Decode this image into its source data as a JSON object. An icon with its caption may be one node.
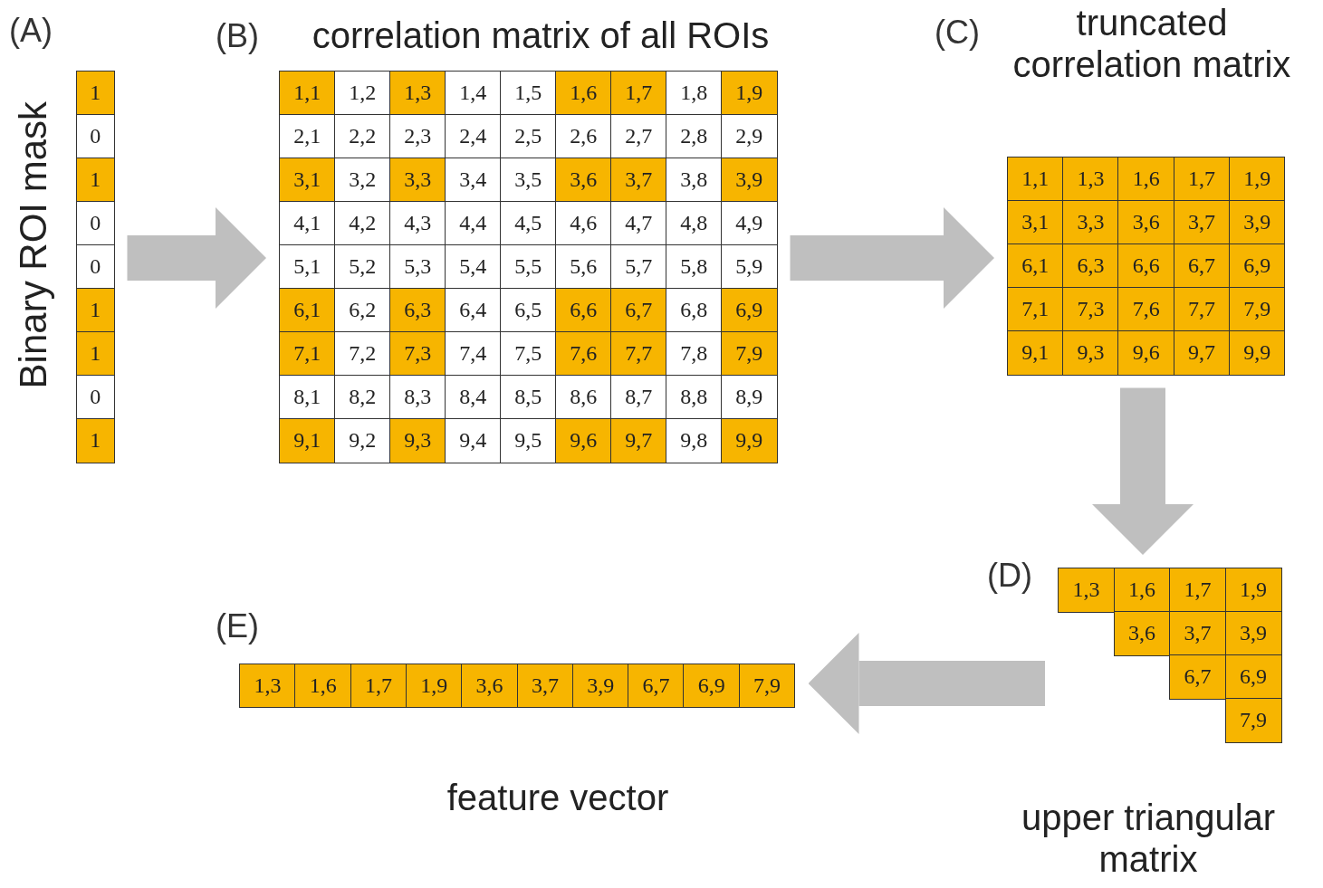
{
  "diagram": {
    "nodes": [
      {
        "text": [
          "(A)",
          "Binary ROI mask",
          "1",
          "0",
          "1",
          "0",
          "0",
          "1",
          "1",
          "0",
          "1"
        ]
      },
      {
        "text": [
          "(B)",
          "correlation matrix of all ROIs",
          "1,1",
          "1,2",
          "1,3",
          "1,4",
          "1,5",
          "1,6",
          "1,7",
          "1,8",
          "1,9",
          "2,1",
          "2,2",
          "2,3",
          "2,4",
          "2,5",
          "2,6",
          "2,7",
          "2,8",
          "2,9",
          "3,1",
          "3,2",
          "3,3",
          "3,4",
          "3,5",
          "3,6",
          "3,7",
          "3,8",
          "3,9",
          "4,1",
          "4,2",
          "4,3",
          "4,4",
          "4,5",
          "4,6",
          "4,7",
          "4,8",
          "4,9",
          "5,1",
          "5,2",
          "5,3",
          "5,4",
          "5,5",
          "5,6",
          "5,7",
          "5,8",
          "5,9",
          "6,1",
          "6,2",
          "6,3",
          "6,4",
          "6,5",
          "6,6",
          "6,7",
          "6,8",
          "6,9",
          "7,1",
          "7,2",
          "7,3",
          "7,4",
          "7,5",
          "7,6",
          "7,7",
          "7,8",
          "7,9",
          "8,1",
          "8,2",
          "8,3",
          "8,4",
          "8,5",
          "8,6",
          "8,7",
          "8,8",
          "8,9",
          "9,1",
          "9,2",
          "9,3",
          "9,4",
          "9,5",
          "9,6",
          "9,7",
          "9,8",
          "9,9"
        ]
      },
      {
        "text": [
          "(C)",
          "truncated correlation matrix",
          "1,1",
          "1,3",
          "1,6",
          "1,7",
          "1,9",
          "3,1",
          "3,3",
          "3,6",
          "3,7",
          "3,9",
          "6,1",
          "6,3",
          "6,6",
          "6,7",
          "6,9",
          "7,1",
          "7,3",
          "7,6",
          "7,7",
          "7,9",
          "9,1",
          "9,3",
          "9,6",
          "9,7",
          "9,9"
        ]
      },
      {
        "text": [
          "(D)",
          "upper triangular matrix",
          "1,3",
          "1,6",
          "1,7",
          "1,9",
          "3,6",
          "3,7",
          "3,9",
          "6,7",
          "6,9",
          "7,9"
        ]
      },
      {
        "text": [
          "(E)",
          "feature vector",
          "1,3",
          "1,6",
          "1,7",
          "1,9",
          "3,6",
          "3,7",
          "3,9",
          "6,7",
          "6,9",
          "7,9"
        ]
      }
    ],
    "edges": [
      {
        "from": 0,
        "to": 1,
        "arrow": "to"
      },
      {
        "from": 1,
        "to": 2,
        "arrow": "to"
      },
      {
        "from": 2,
        "to": 3,
        "arrow": "to"
      },
      {
        "from": 3,
        "to": 4,
        "arrow": "to"
      }
    ]
  }
}
